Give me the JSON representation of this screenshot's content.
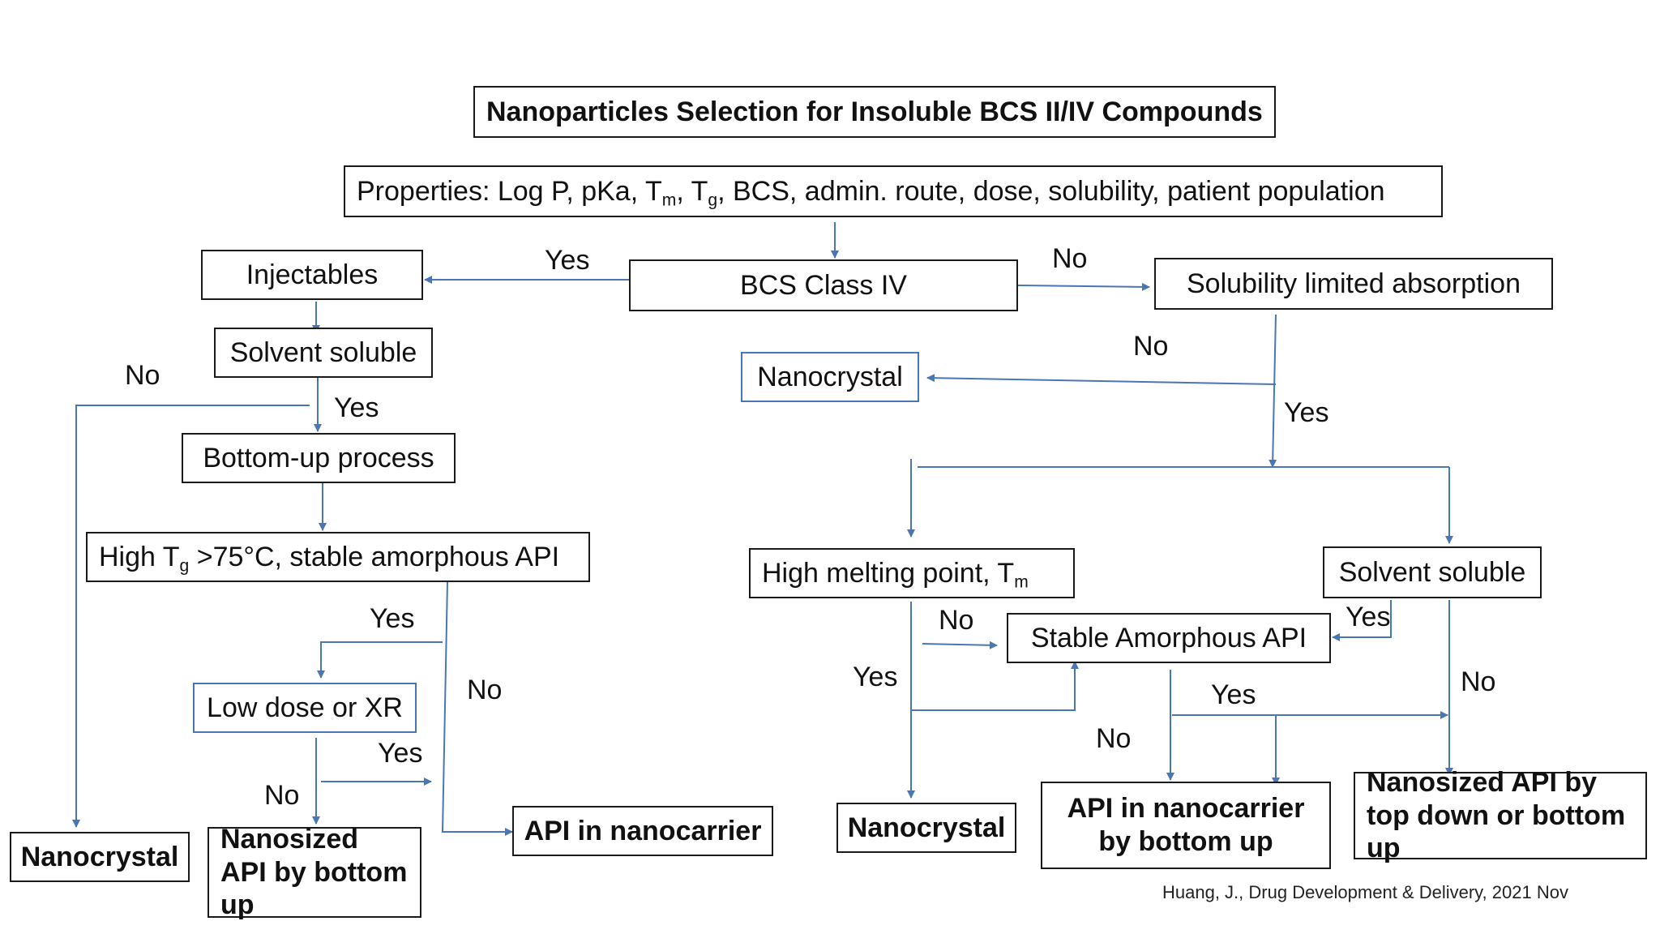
{
  "title": "Nanoparticles Selection for Insoluble BCS II/IV Compounds",
  "properties": {
    "prefix": "Properties: Log P, pKa, T",
    "tm_sub": "m",
    "mid": ", T",
    "tg_sub": "g",
    "suffix": ", BCS, admin. route, dose, solubility, patient population"
  },
  "nodes": {
    "bcs_class_iv": "BCS Class IV",
    "injectables": "Injectables",
    "solvent_soluble_left": "Solvent soluble",
    "bottom_up_process": "Bottom-up process",
    "high_tg": {
      "prefix": "High T",
      "sub": "g",
      "suffix": " >75°C, stable amorphous API"
    },
    "low_dose_xr": "Low dose or XR",
    "nanocrystal_left": "Nanocrystal",
    "nanosized_api_bottom_up": "Nanosized API by bottom up",
    "api_in_nanocarrier_left": "API in nanocarrier",
    "solubility_limited": "Solubility limited absorption",
    "nanocrystal_mid": "Nanocrystal",
    "high_melting": {
      "prefix": "High melting point, T",
      "sub": "m"
    },
    "solvent_soluble_right": "Solvent soluble",
    "stable_amorphous_api": "Stable Amorphous API",
    "nanocrystal_right": "Nanocrystal",
    "api_in_nanocarrier_right": "API in nanocarrier by bottom up",
    "nanosized_top_down": "Nanosized API by top down or bottom up"
  },
  "labels": {
    "yes": "Yes",
    "no": "No"
  },
  "citation": "Huang, J., Drug Development & Delivery, 2021 Nov",
  "colors": {
    "connector": "#4a76b4",
    "box_border": "#1a1a1a"
  }
}
